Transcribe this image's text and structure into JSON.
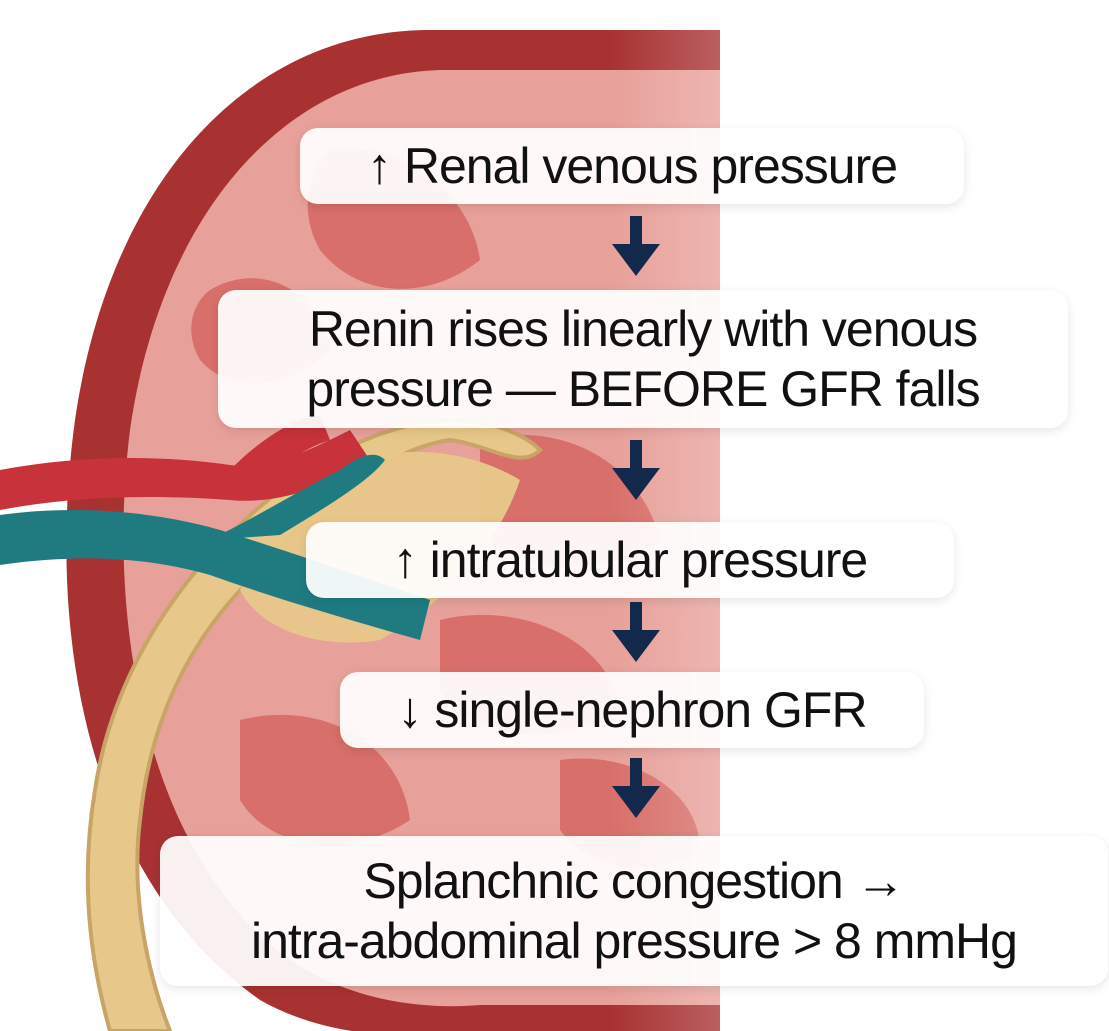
{
  "steps": [
    {
      "text": "↑ Renal venous pressure"
    },
    {
      "line1": "Renin rises linearly with venous",
      "line2": "pressure — BEFORE GFR falls"
    },
    {
      "text": "↑ intratubular pressure"
    },
    {
      "text": "↓ single-nephron GFR"
    },
    {
      "line1": "Splanchnic congestion →",
      "line2": "intra-abdominal pressure > 8 mmHg"
    }
  ],
  "colors": {
    "arrow": "#13294b",
    "capsule": "#a83232",
    "cortex": "#e8a09a",
    "pyramid": "#d86f6a",
    "artery": "#c8323a",
    "vein": "#1f7b80",
    "pelvis": "#e8c88a",
    "text": "#111111"
  }
}
